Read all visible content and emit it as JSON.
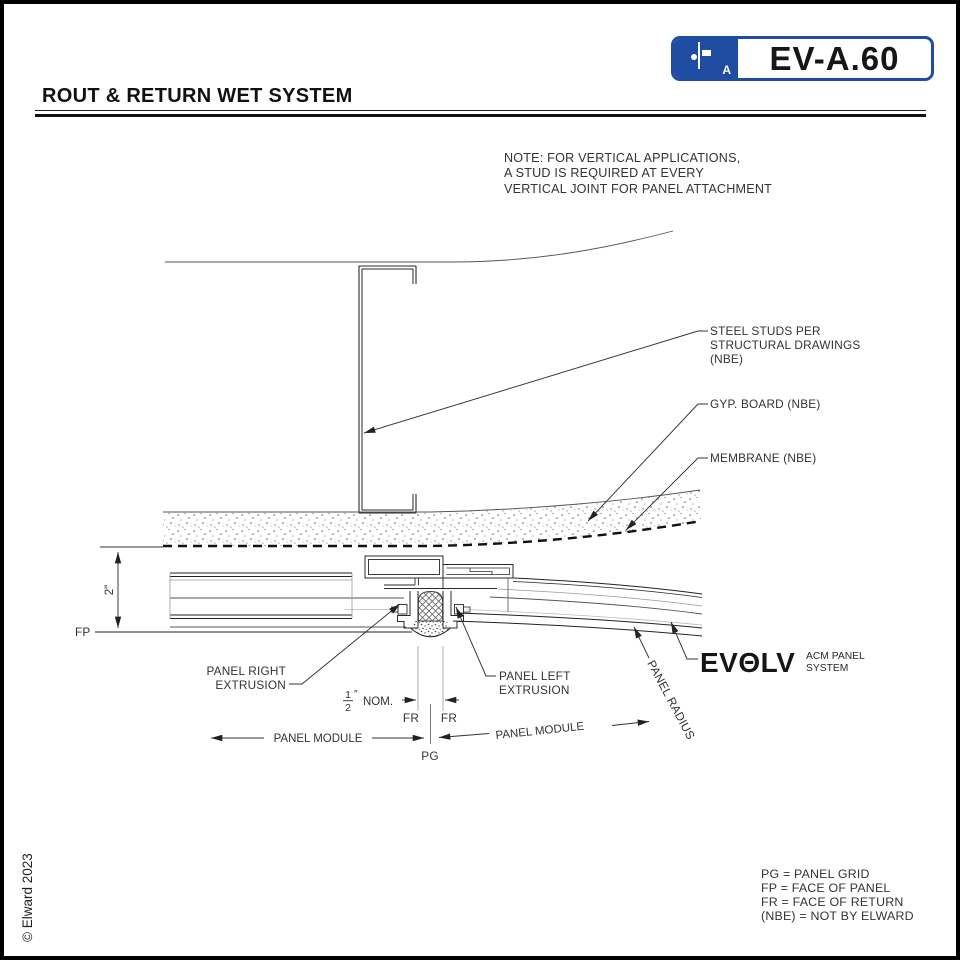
{
  "page": {
    "title": "ROUT & RETURN WET SYSTEM",
    "copyright": "© Elward 2023"
  },
  "titleblock": {
    "code": "EV-A.60",
    "icon_letter": "A",
    "accent_color": "#1f4da1"
  },
  "note": "NOTE: FOR VERTICAL APPLICATIONS,\nA STUD IS REQUIRED AT EVERY\nVERTICAL JOINT FOR PANEL ATTACHMENT",
  "drawing": {
    "callouts": {
      "steel_studs_1": "STEEL STUDS PER",
      "steel_studs_2": "STRUCTURAL DRAWINGS",
      "steel_studs_3": "(NBE)",
      "gyp_board": "GYP. BOARD (NBE)",
      "membrane": "MEMBRANE (NBE)",
      "panel_right_1": "PANEL RIGHT",
      "panel_right_2": "EXTRUSION",
      "panel_left_1": "PANEL LEFT",
      "panel_left_2": "EXTRUSION",
      "panel_radius": "PANEL RADIUS",
      "panel_module_left": "PANEL MODULE",
      "panel_module_right": "PANEL MODULE"
    },
    "dimensions": {
      "depth": "2\"",
      "half_num": "1",
      "half_den": "2",
      "inch_mark": "″",
      "nom": "NOM.",
      "fr_left": "FR",
      "fr_right": "FR",
      "pg": "PG",
      "fp": "FP"
    },
    "logo": {
      "wordmark": "EVΘLV",
      "tag_1": "ACM PANEL",
      "tag_2": "SYSTEM"
    }
  },
  "legend": {
    "lines": [
      "PG = PANEL GRID",
      "FP = FACE OF PANEL",
      "FR = FACE OF RETURN",
      "(NBE) = NOT BY ELWARD"
    ]
  }
}
